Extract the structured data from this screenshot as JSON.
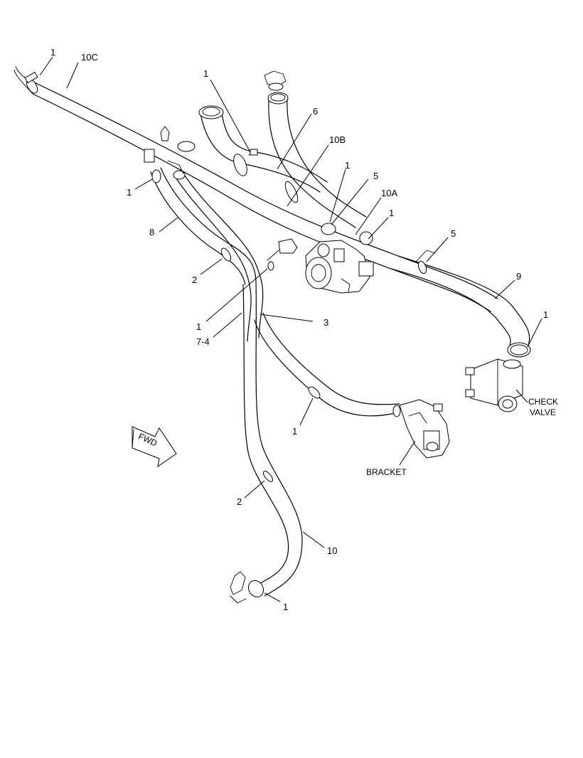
{
  "callouts": {
    "c1_top_left": "1",
    "c10c": "10C",
    "c1_clamp_upper": "1",
    "c6": "6",
    "c10b": "10B",
    "c1_mid": "1",
    "c5_top": "5",
    "c10a": "10A",
    "c1_right_clamp": "1",
    "c5_right": "5",
    "c1_left": "1",
    "c8": "8",
    "c9": "9",
    "c1_right_end": "1",
    "c2_upper": "2",
    "c1_lower_left": "1",
    "c7_4": "7-4",
    "c3": "3",
    "c1_bracket_hose": "1",
    "c2_lower": "2",
    "c10": "10",
    "c1_bottom": "1"
  },
  "labels": {
    "check_valve_line1": "CHECK",
    "check_valve_line2": "VALVE",
    "bracket": "BRACKET",
    "fwd": "FWD"
  }
}
